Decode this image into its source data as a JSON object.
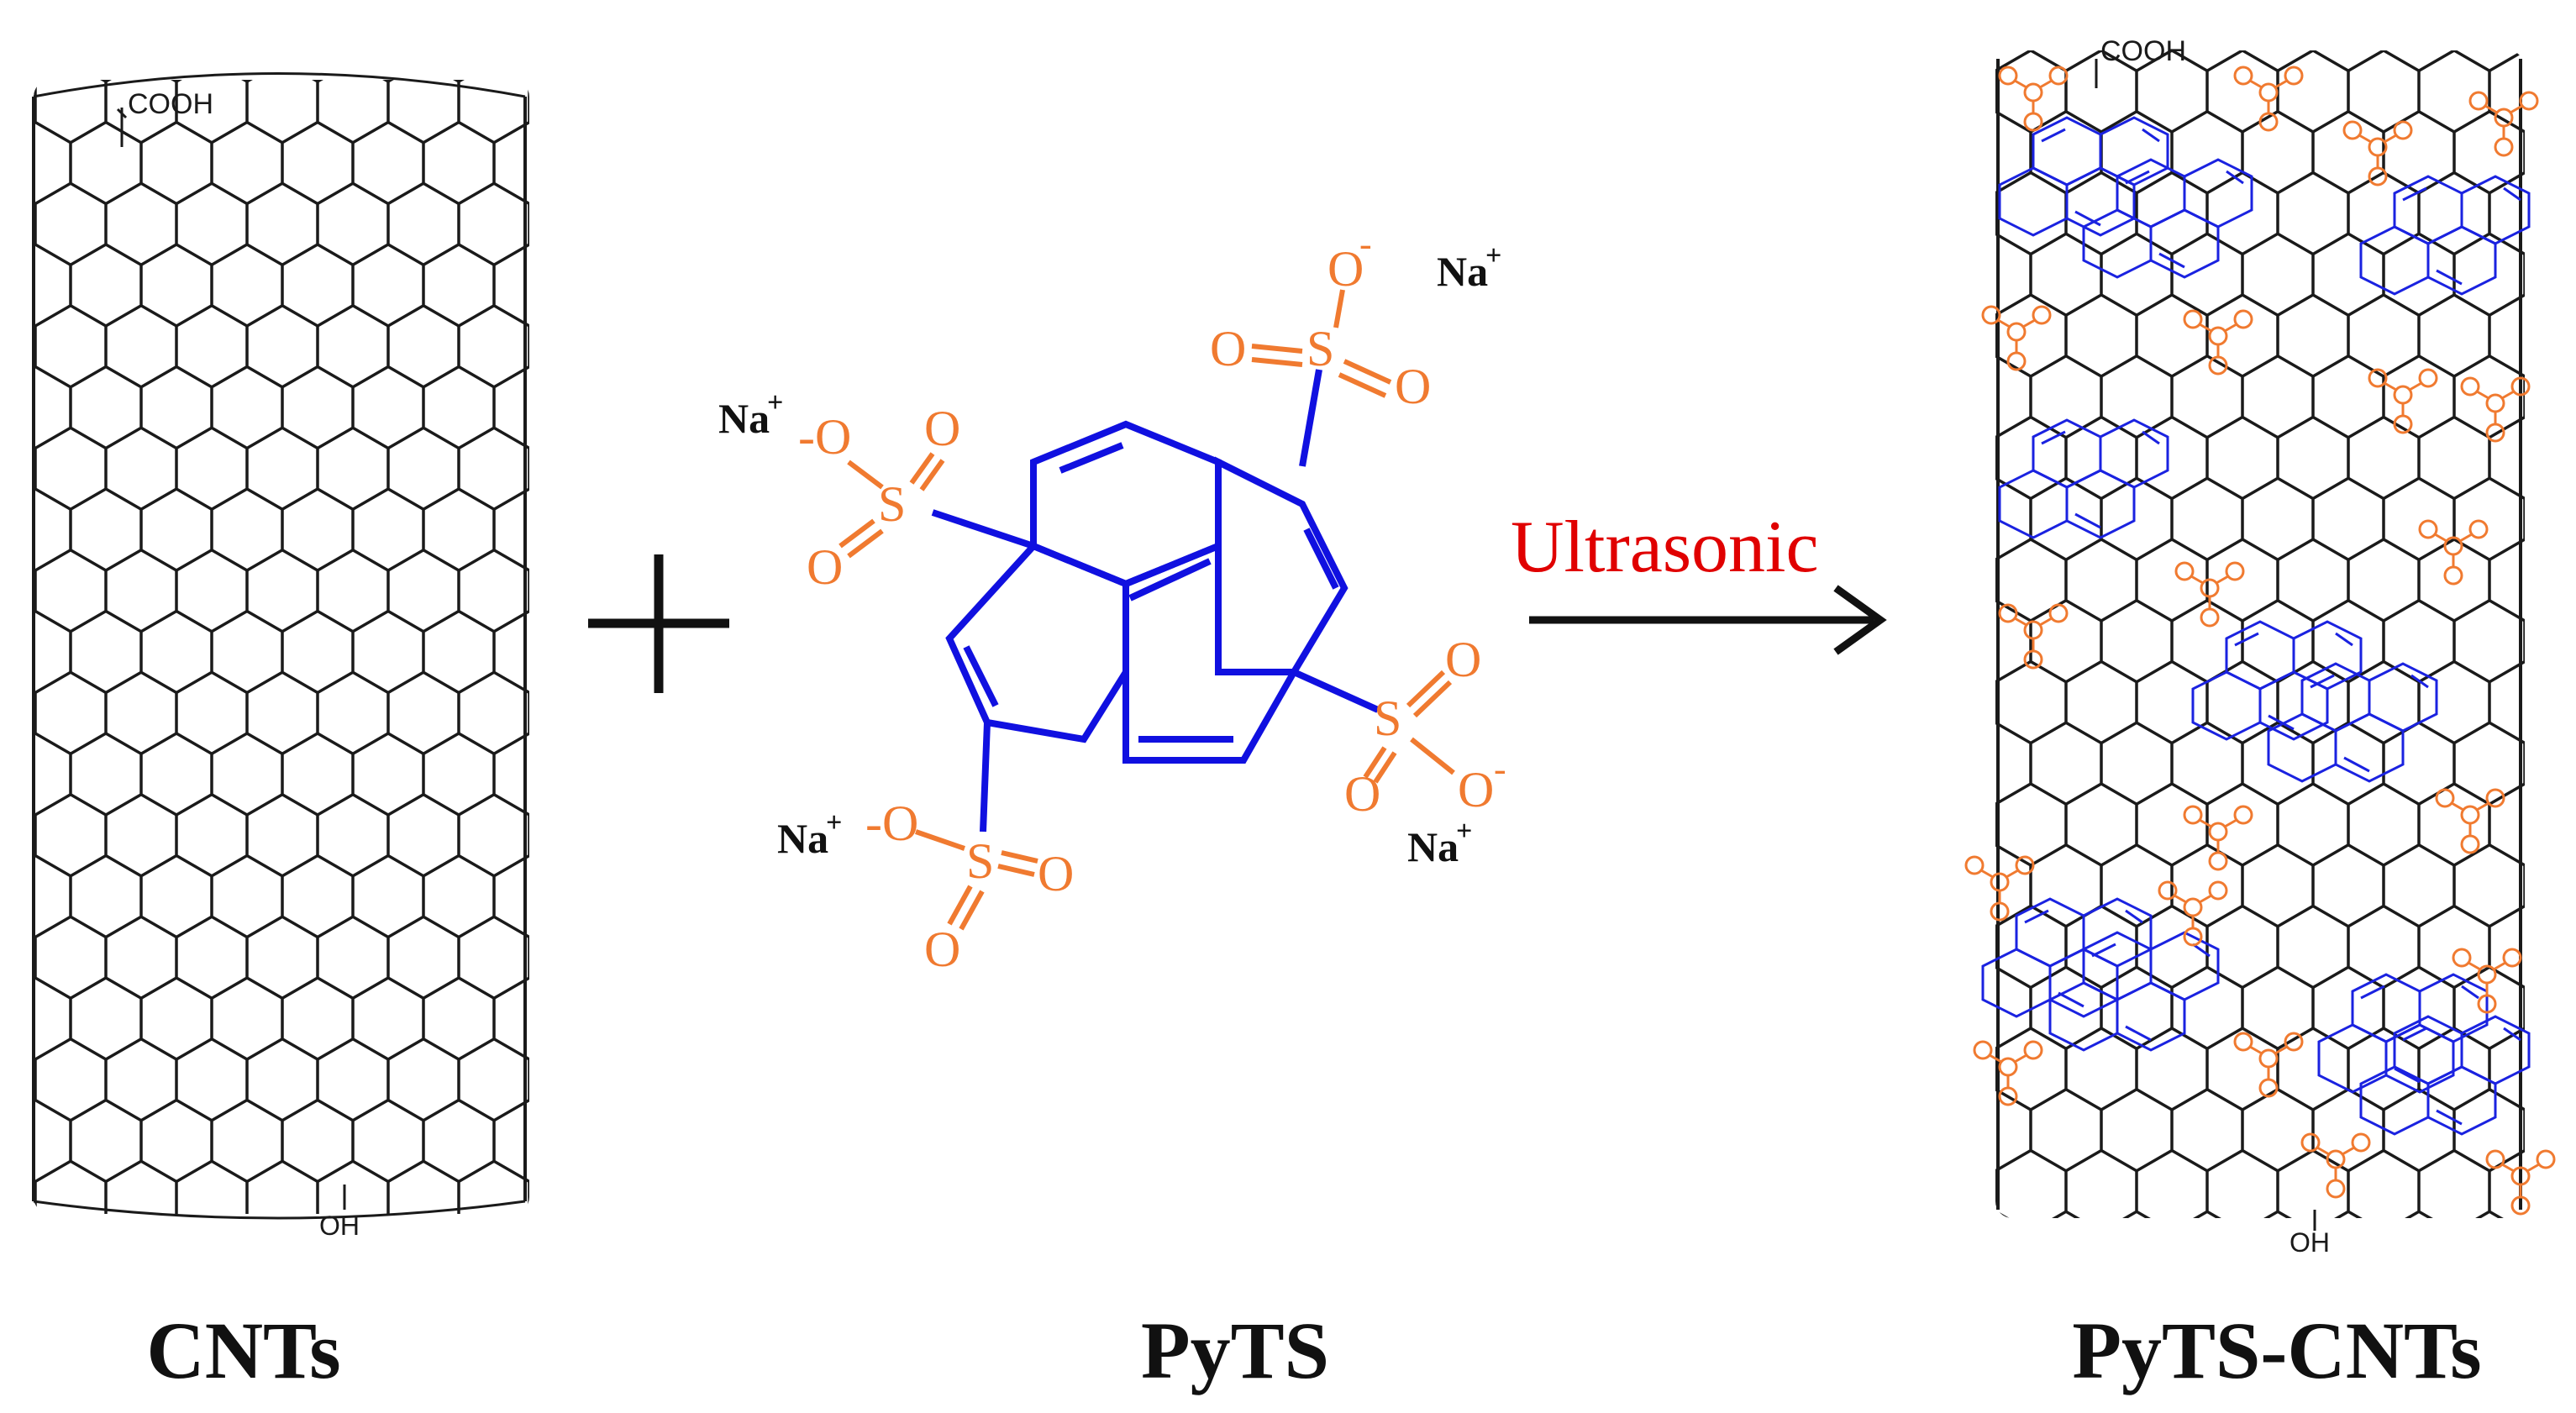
{
  "labels": {
    "cnt_caption": "CNTs",
    "pyts_caption": "PyTS",
    "composite_caption": "PyTS-CNTs",
    "arrow_label": "Ultrasonic",
    "cooh": "COOH",
    "oh": "OH",
    "sodium": "Na",
    "plus_charge": "+",
    "oxygen": "O",
    "anion_oxygen": "-O",
    "sulfur": "S",
    "minus_charge": "-"
  },
  "colors": {
    "tube": "#1a1a1a",
    "pyrene": "#1010e0",
    "sulfonate": "#f07a30",
    "arrow_label": "#e00000",
    "text": "#111111"
  },
  "icons": {
    "plus": "plus-sign-icon",
    "arrow": "right-arrow-icon"
  }
}
